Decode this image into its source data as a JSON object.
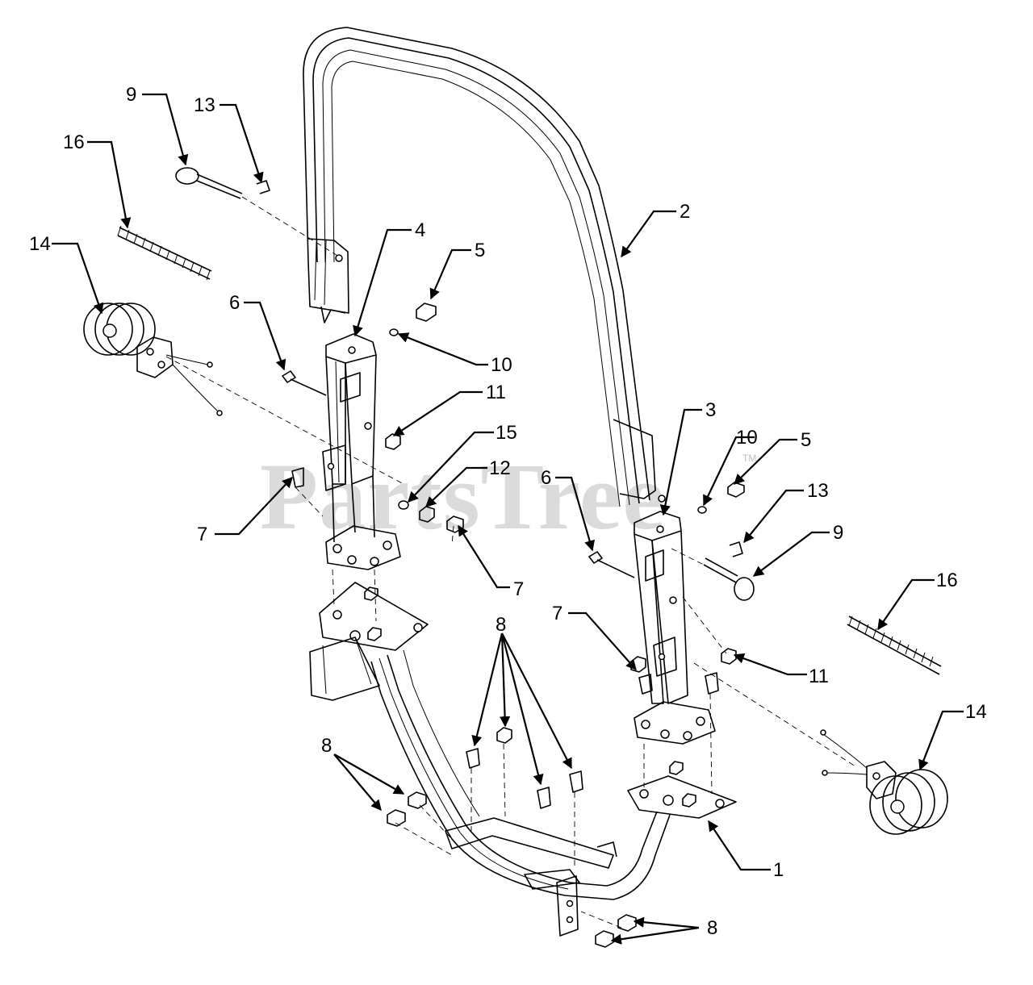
{
  "watermark": {
    "text": "PartsTree",
    "trademark": "TM"
  },
  "callouts": [
    {
      "id": "c1",
      "text": "1"
    },
    {
      "id": "c2",
      "text": "2"
    },
    {
      "id": "c3",
      "text": "3"
    },
    {
      "id": "c4",
      "text": "4"
    },
    {
      "id": "c5a",
      "text": "5"
    },
    {
      "id": "c5b",
      "text": "5"
    },
    {
      "id": "c6a",
      "text": "6"
    },
    {
      "id": "c6b",
      "text": "6"
    },
    {
      "id": "c7a",
      "text": "7"
    },
    {
      "id": "c7b",
      "text": "7"
    },
    {
      "id": "c7c",
      "text": "7"
    },
    {
      "id": "c8a",
      "text": "8"
    },
    {
      "id": "c8b",
      "text": "8"
    },
    {
      "id": "c8c",
      "text": "8"
    },
    {
      "id": "c9a",
      "text": "9"
    },
    {
      "id": "c9b",
      "text": "9"
    },
    {
      "id": "c10a",
      "text": "10"
    },
    {
      "id": "c10b",
      "text": "10"
    },
    {
      "id": "c11a",
      "text": "11"
    },
    {
      "id": "c11b",
      "text": "11"
    },
    {
      "id": "c12",
      "text": "12"
    },
    {
      "id": "c13a",
      "text": "13"
    },
    {
      "id": "c13b",
      "text": "13"
    },
    {
      "id": "c14a",
      "text": "14"
    },
    {
      "id": "c14b",
      "text": "14"
    },
    {
      "id": "c15",
      "text": "15"
    },
    {
      "id": "c16a",
      "text": "16"
    },
    {
      "id": "c16b",
      "text": "16"
    }
  ]
}
